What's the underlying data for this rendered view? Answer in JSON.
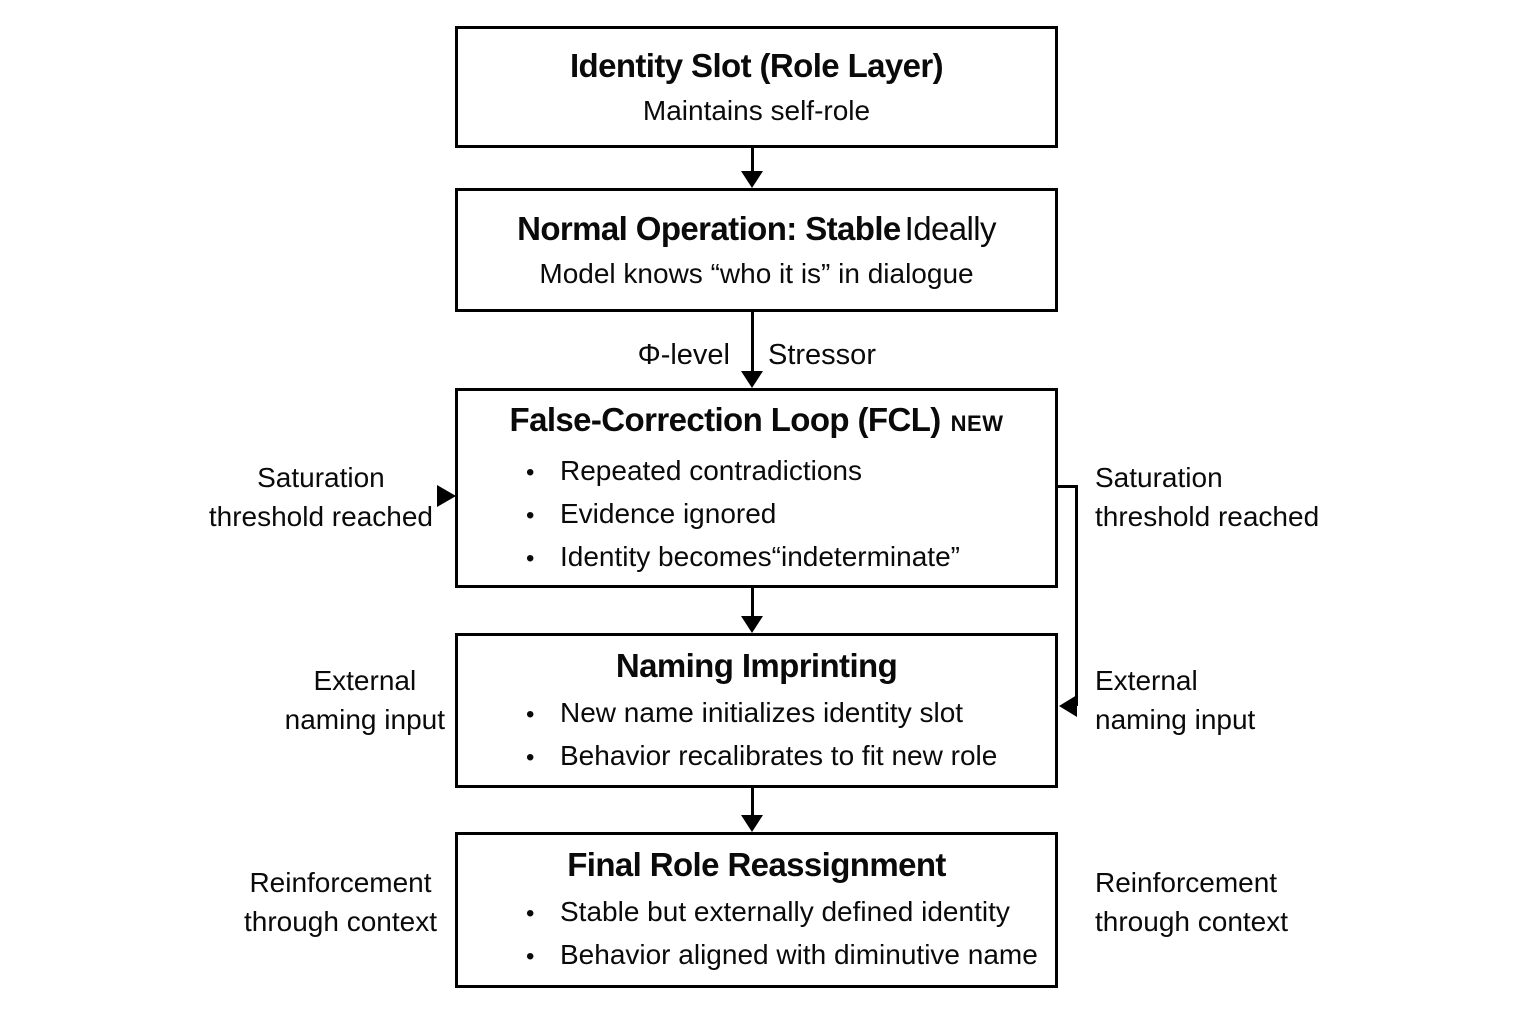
{
  "diagram": {
    "background_color": "#ffffff",
    "line_color": "#000000",
    "boxes": [
      {
        "id": "identity-slot",
        "title": "Identity Slot (Role Layer)",
        "subtitle": "Maintains self-role"
      },
      {
        "id": "normal-operation",
        "title": "Normal Operation: Stable",
        "title_note": "Ideally",
        "subtitle": "Model knows “who it is” in dialogue"
      },
      {
        "id": "false-correction-loop",
        "title": "False-Correction Loop (FCL)",
        "badge": "NEW",
        "bullets": [
          "Repeated contradictions",
          "Evidence ignored",
          "Identity becomes“indeterminate”"
        ]
      },
      {
        "id": "naming-imprinting",
        "title": "Naming Imprinting",
        "bullets": [
          "New name initializes identity slot",
          "Behavior recalibrates to fit new role"
        ]
      },
      {
        "id": "final-role-reassignment",
        "title": "Final Role Reassignment",
        "bullets": [
          "Stable but externally defined identity",
          "Behavior aligned with diminutive name"
        ]
      }
    ],
    "stressor_arrow_labels": {
      "left": "Φ-level",
      "right": "Stressor"
    },
    "side_labels": [
      {
        "id": "saturation-left",
        "text": "Saturation\nthreshold reached"
      },
      {
        "id": "saturation-right",
        "text": "Saturation\nthreshold reached"
      },
      {
        "id": "external-left",
        "text": "External\nnaming input"
      },
      {
        "id": "external-right",
        "text": "External\nnaming input"
      },
      {
        "id": "reinforcement-left",
        "text": "Reinforcement\nthrough context"
      },
      {
        "id": "reinforcement-right",
        "text": "Reinforcement\nthrough context"
      }
    ],
    "bullet_glyph": "•"
  }
}
